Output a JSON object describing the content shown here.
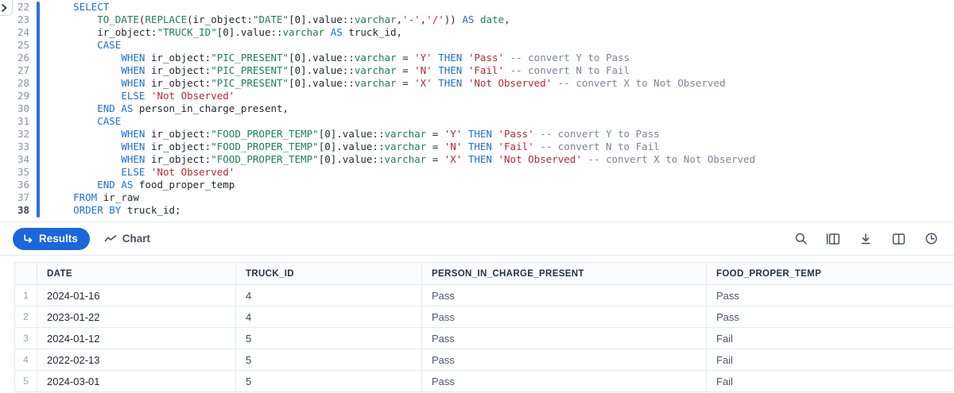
{
  "editor": {
    "collapse_icon": "chevron-right-icon",
    "first_line_number": 22,
    "active_line_number": 38,
    "lines": [
      {
        "n": 22,
        "tokens": [
          {
            "t": "    ",
            "c": "ident"
          },
          {
            "t": "SELECT",
            "c": "kw"
          }
        ]
      },
      {
        "n": 23,
        "tokens": [
          {
            "t": "        ",
            "c": "ident"
          },
          {
            "t": "TO_DATE",
            "c": "fn"
          },
          {
            "t": "(",
            "c": "ident"
          },
          {
            "t": "REPLACE",
            "c": "fn"
          },
          {
            "t": "(ir_object:",
            "c": "ident"
          },
          {
            "t": "\"DATE\"",
            "c": "strg"
          },
          {
            "t": "[0].value::",
            "c": "ident"
          },
          {
            "t": "varchar",
            "c": "strg"
          },
          {
            "t": ",",
            "c": "ident"
          },
          {
            "t": "'-'",
            "c": "str"
          },
          {
            "t": ",",
            "c": "ident"
          },
          {
            "t": "'/'",
            "c": "str"
          },
          {
            "t": ")) ",
            "c": "ident"
          },
          {
            "t": "AS",
            "c": "kw"
          },
          {
            "t": " ",
            "c": "ident"
          },
          {
            "t": "date",
            "c": "strg"
          },
          {
            "t": ",",
            "c": "ident"
          }
        ]
      },
      {
        "n": 24,
        "tokens": [
          {
            "t": "        ir_object:",
            "c": "ident"
          },
          {
            "t": "\"TRUCK_ID\"",
            "c": "strg"
          },
          {
            "t": "[0].value::",
            "c": "ident"
          },
          {
            "t": "varchar",
            "c": "strg"
          },
          {
            "t": " ",
            "c": "ident"
          },
          {
            "t": "AS",
            "c": "kw"
          },
          {
            "t": " truck_id,",
            "c": "ident"
          }
        ]
      },
      {
        "n": 25,
        "tokens": [
          {
            "t": "        ",
            "c": "ident"
          },
          {
            "t": "CASE",
            "c": "kw"
          }
        ]
      },
      {
        "n": 26,
        "tokens": [
          {
            "t": "            ",
            "c": "ident"
          },
          {
            "t": "WHEN",
            "c": "kw"
          },
          {
            "t": " ir_object:",
            "c": "ident"
          },
          {
            "t": "\"PIC_PRESENT\"",
            "c": "strg"
          },
          {
            "t": "[0].value::",
            "c": "ident"
          },
          {
            "t": "varchar",
            "c": "strg"
          },
          {
            "t": " = ",
            "c": "ident"
          },
          {
            "t": "'Y'",
            "c": "str"
          },
          {
            "t": " ",
            "c": "ident"
          },
          {
            "t": "THEN",
            "c": "kw"
          },
          {
            "t": " ",
            "c": "ident"
          },
          {
            "t": "'Pass'",
            "c": "str"
          },
          {
            "t": " ",
            "c": "ident"
          },
          {
            "t": "-- convert Y to Pass",
            "c": "cmt"
          }
        ]
      },
      {
        "n": 27,
        "tokens": [
          {
            "t": "            ",
            "c": "ident"
          },
          {
            "t": "WHEN",
            "c": "kw"
          },
          {
            "t": " ir_object:",
            "c": "ident"
          },
          {
            "t": "\"PIC_PRESENT\"",
            "c": "strg"
          },
          {
            "t": "[0].value::",
            "c": "ident"
          },
          {
            "t": "varchar",
            "c": "strg"
          },
          {
            "t": " = ",
            "c": "ident"
          },
          {
            "t": "'N'",
            "c": "str"
          },
          {
            "t": " ",
            "c": "ident"
          },
          {
            "t": "THEN",
            "c": "kw"
          },
          {
            "t": " ",
            "c": "ident"
          },
          {
            "t": "'Fail'",
            "c": "str"
          },
          {
            "t": " ",
            "c": "ident"
          },
          {
            "t": "-- convert N to Fail",
            "c": "cmt"
          }
        ]
      },
      {
        "n": 28,
        "tokens": [
          {
            "t": "            ",
            "c": "ident"
          },
          {
            "t": "WHEN",
            "c": "kw"
          },
          {
            "t": " ir_object:",
            "c": "ident"
          },
          {
            "t": "\"PIC_PRESENT\"",
            "c": "strg"
          },
          {
            "t": "[0].value::",
            "c": "ident"
          },
          {
            "t": "varchar",
            "c": "strg"
          },
          {
            "t": " = ",
            "c": "ident"
          },
          {
            "t": "'X'",
            "c": "str"
          },
          {
            "t": " ",
            "c": "ident"
          },
          {
            "t": "THEN",
            "c": "kw"
          },
          {
            "t": " ",
            "c": "ident"
          },
          {
            "t": "'Not Observed'",
            "c": "str"
          },
          {
            "t": " ",
            "c": "ident"
          },
          {
            "t": "-- convert X to Not Observed",
            "c": "cmt"
          }
        ]
      },
      {
        "n": 29,
        "tokens": [
          {
            "t": "            ",
            "c": "ident"
          },
          {
            "t": "ELSE",
            "c": "kw"
          },
          {
            "t": " ",
            "c": "ident"
          },
          {
            "t": "'Not Observed'",
            "c": "str"
          }
        ]
      },
      {
        "n": 30,
        "tokens": [
          {
            "t": "        ",
            "c": "ident"
          },
          {
            "t": "END",
            "c": "kw"
          },
          {
            "t": " ",
            "c": "ident"
          },
          {
            "t": "AS",
            "c": "kw"
          },
          {
            "t": " person_in_charge_present,",
            "c": "ident"
          }
        ]
      },
      {
        "n": 31,
        "tokens": [
          {
            "t": "        ",
            "c": "ident"
          },
          {
            "t": "CASE",
            "c": "kw"
          }
        ]
      },
      {
        "n": 32,
        "tokens": [
          {
            "t": "            ",
            "c": "ident"
          },
          {
            "t": "WHEN",
            "c": "kw"
          },
          {
            "t": " ir_object:",
            "c": "ident"
          },
          {
            "t": "\"FOOD_PROPER_TEMP\"",
            "c": "strg"
          },
          {
            "t": "[0].value::",
            "c": "ident"
          },
          {
            "t": "varchar",
            "c": "strg"
          },
          {
            "t": " = ",
            "c": "ident"
          },
          {
            "t": "'Y'",
            "c": "str"
          },
          {
            "t": " ",
            "c": "ident"
          },
          {
            "t": "THEN",
            "c": "kw"
          },
          {
            "t": " ",
            "c": "ident"
          },
          {
            "t": "'Pass'",
            "c": "str"
          },
          {
            "t": " ",
            "c": "ident"
          },
          {
            "t": "-- convert Y to Pass",
            "c": "cmt"
          }
        ]
      },
      {
        "n": 33,
        "tokens": [
          {
            "t": "            ",
            "c": "ident"
          },
          {
            "t": "WHEN",
            "c": "kw"
          },
          {
            "t": " ir_object:",
            "c": "ident"
          },
          {
            "t": "\"FOOD_PROPER_TEMP\"",
            "c": "strg"
          },
          {
            "t": "[0].value::",
            "c": "ident"
          },
          {
            "t": "varchar",
            "c": "strg"
          },
          {
            "t": " = ",
            "c": "ident"
          },
          {
            "t": "'N'",
            "c": "str"
          },
          {
            "t": " ",
            "c": "ident"
          },
          {
            "t": "THEN",
            "c": "kw"
          },
          {
            "t": " ",
            "c": "ident"
          },
          {
            "t": "'Fail'",
            "c": "str"
          },
          {
            "t": " ",
            "c": "ident"
          },
          {
            "t": "-- convert N to Fail",
            "c": "cmt"
          }
        ]
      },
      {
        "n": 34,
        "tokens": [
          {
            "t": "            ",
            "c": "ident"
          },
          {
            "t": "WHEN",
            "c": "kw"
          },
          {
            "t": " ir_object:",
            "c": "ident"
          },
          {
            "t": "\"FOOD_PROPER_TEMP\"",
            "c": "strg"
          },
          {
            "t": "[0].value::",
            "c": "ident"
          },
          {
            "t": "varchar",
            "c": "strg"
          },
          {
            "t": " = ",
            "c": "ident"
          },
          {
            "t": "'X'",
            "c": "str"
          },
          {
            "t": " ",
            "c": "ident"
          },
          {
            "t": "THEN",
            "c": "kw"
          },
          {
            "t": " ",
            "c": "ident"
          },
          {
            "t": "'Not Observed'",
            "c": "str"
          },
          {
            "t": " ",
            "c": "ident"
          },
          {
            "t": "-- convert X to Not Observed",
            "c": "cmt"
          }
        ]
      },
      {
        "n": 35,
        "tokens": [
          {
            "t": "            ",
            "c": "ident"
          },
          {
            "t": "ELSE",
            "c": "kw"
          },
          {
            "t": " ",
            "c": "ident"
          },
          {
            "t": "'Not Observed'",
            "c": "str"
          }
        ]
      },
      {
        "n": 36,
        "tokens": [
          {
            "t": "        ",
            "c": "ident"
          },
          {
            "t": "END",
            "c": "kw"
          },
          {
            "t": " ",
            "c": "ident"
          },
          {
            "t": "AS",
            "c": "kw"
          },
          {
            "t": " food_proper_temp",
            "c": "ident"
          }
        ]
      },
      {
        "n": 37,
        "tokens": [
          {
            "t": "    ",
            "c": "ident"
          },
          {
            "t": "FROM",
            "c": "kw"
          },
          {
            "t": " ir_raw",
            "c": "ident"
          }
        ]
      },
      {
        "n": 38,
        "tokens": [
          {
            "t": "    ",
            "c": "ident"
          },
          {
            "t": "ORDER BY",
            "c": "kw"
          },
          {
            "t": " truck_id;",
            "c": "ident"
          }
        ]
      }
    ]
  },
  "toolbar": {
    "results_label": "Results",
    "results_icon": "arrow-turn-down-right-icon",
    "chart_label": "Chart",
    "chart_icon": "line-chart-icon",
    "active_tab": "Results",
    "icons": [
      {
        "name": "search-icon"
      },
      {
        "name": "columns-icon"
      },
      {
        "name": "download-icon"
      },
      {
        "name": "side-panel-icon"
      },
      {
        "name": "history-clock-icon"
      }
    ]
  },
  "results_table": {
    "columns": [
      "DATE",
      "TRUCK_ID",
      "PERSON_IN_CHARGE_PRESENT",
      "FOOD_PROPER_TEMP"
    ],
    "rows": [
      {
        "n": "1",
        "DATE": "2024-01-16",
        "TRUCK_ID": "4",
        "PERSON_IN_CHARGE_PRESENT": "Pass",
        "FOOD_PROPER_TEMP": "Pass"
      },
      {
        "n": "2",
        "DATE": "2023-01-22",
        "TRUCK_ID": "4",
        "PERSON_IN_CHARGE_PRESENT": "Pass",
        "FOOD_PROPER_TEMP": "Pass"
      },
      {
        "n": "3",
        "DATE": "2024-01-12",
        "TRUCK_ID": "5",
        "PERSON_IN_CHARGE_PRESENT": "Pass",
        "FOOD_PROPER_TEMP": "Fail"
      },
      {
        "n": "4",
        "DATE": "2022-02-13",
        "TRUCK_ID": "5",
        "PERSON_IN_CHARGE_PRESENT": "Pass",
        "FOOD_PROPER_TEMP": "Fail"
      },
      {
        "n": "5",
        "DATE": "2024-03-01",
        "TRUCK_ID": "5",
        "PERSON_IN_CHARGE_PRESENT": "Pass",
        "FOOD_PROPER_TEMP": "Fail"
      }
    ]
  },
  "colors": {
    "accent": "#1a66dd",
    "fold_bar": "#2f6fe4",
    "keyword": "#1d6fd4",
    "string": "#b02a37",
    "green": "#1b7f5a",
    "comment": "#7c8595",
    "grid_line": "#e6e9ee",
    "header_bg": "#fafbfc"
  }
}
